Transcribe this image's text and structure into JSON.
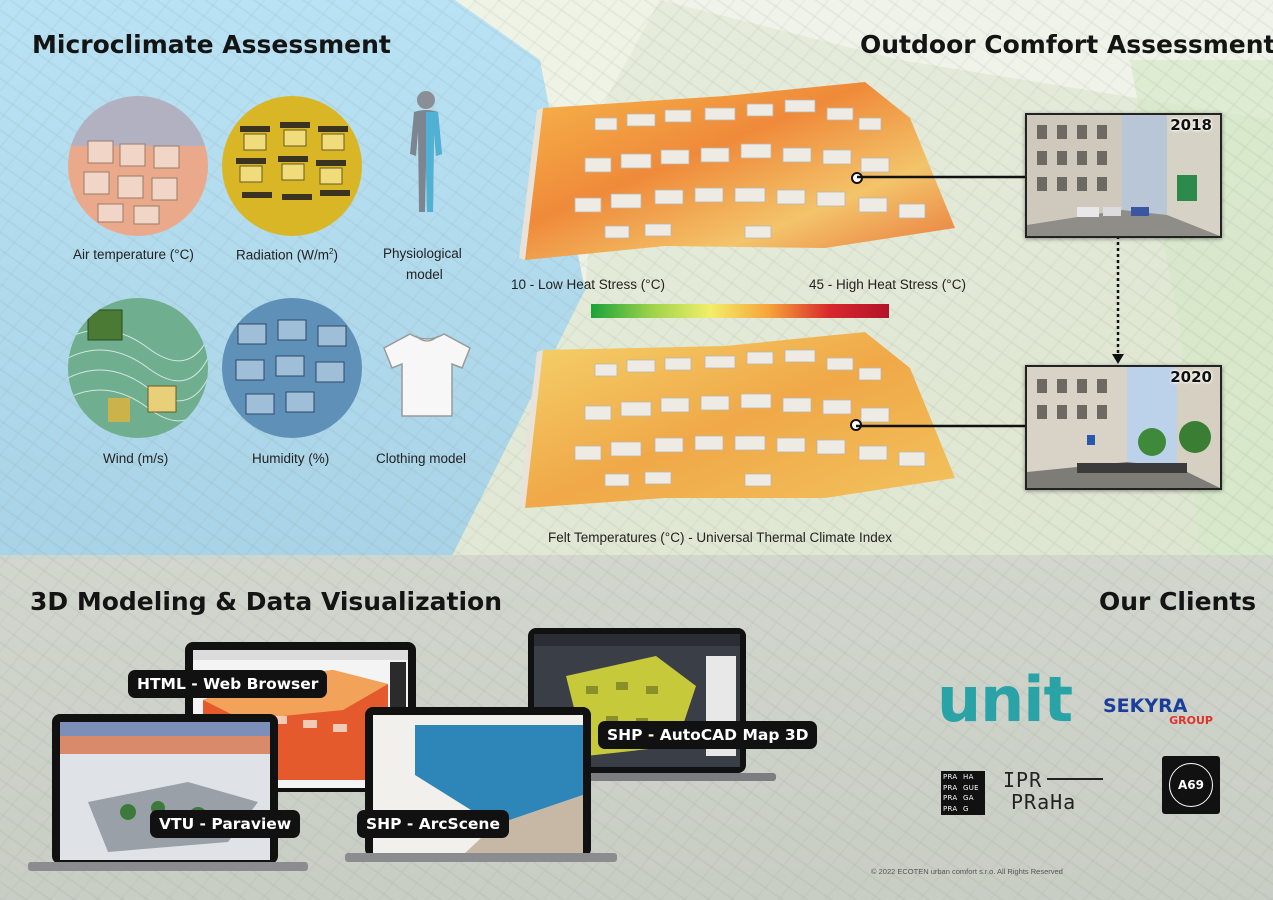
{
  "sections": {
    "microclimate": "Microclimate Assessment",
    "outdoor": "Outdoor Comfort Assessment",
    "modeling": "3D Modeling & Data Visualization",
    "clients": "Our Clients"
  },
  "micro_items": {
    "air": "Air temperature (°C)",
    "radiation": "Radiation (W/m",
    "radiation_sup": "2",
    "radiation_end": ")",
    "physio_1": "Physiological",
    "physio_2": "model",
    "wind": "Wind (m/s)",
    "humidity": "Humidity (%)",
    "clothing": "Clothing model"
  },
  "scale": {
    "low": "10 - Low Heat Stress (°C)",
    "high": "45 - High Heat Stress (°C)",
    "colors": [
      "#1aa33a",
      "#9bd24a",
      "#f2ef6a",
      "#f6a23a",
      "#d8282c",
      "#b3122a"
    ]
  },
  "felt_caption": "Felt Temperatures (°C) - Universal Thermal Climate Index",
  "photos": {
    "year_a": "2018",
    "year_b": "2020"
  },
  "tools": {
    "html": "HTML - Web Browser",
    "autocad": "SHP - AutoCAD Map 3D",
    "vtu": "VTU - Paraview",
    "arcscene": "SHP - ArcScene"
  },
  "clients": {
    "unit": "unit",
    "sekyra": "SEKYRA",
    "sekyra_sub": "GROUP",
    "prague_grid": [
      "PRA",
      "HA",
      "PRA",
      "GUE",
      "PRA",
      "GA",
      "PRA",
      "G"
    ],
    "ipr_1": "IPR",
    "ipr_2": "PRaHa",
    "a69": "A69"
  },
  "copyright": "© 2022 ECOTEN urban comfort s.r.o. All Rights Reserved",
  "colors": {
    "unit": "#2aa3a6",
    "sekyra": "#1a3e9a",
    "sekyra_sub": "#e2312b"
  }
}
